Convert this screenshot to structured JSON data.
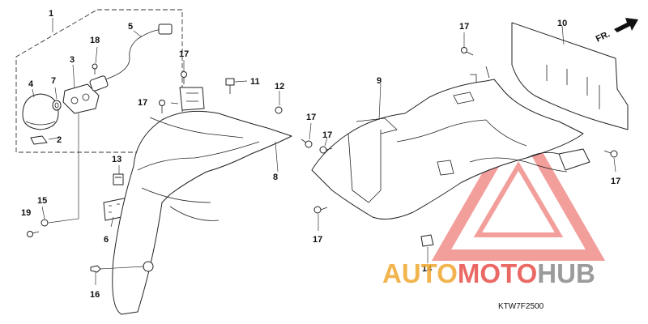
{
  "figure": {
    "code": "KTW7F2500",
    "direction_label": "FR."
  },
  "callouts": {
    "c1": "1",
    "c2": "2",
    "c3": "3",
    "c4": "4",
    "c5": "5",
    "c6": "6",
    "c7": "7",
    "c8": "8",
    "c9": "9",
    "c10": "10",
    "c11": "11",
    "c12": "12",
    "c13": "13",
    "c14": "14",
    "c15": "15",
    "c16": "16",
    "c17a": "17",
    "c17b": "17",
    "c17c": "17",
    "c17d": "17",
    "c17e": "17",
    "c17f": "17",
    "c17g": "17",
    "c18": "18",
    "c19": "19"
  },
  "watermark": {
    "part1": "AUTO",
    "part2": "MOTO",
    "part3": "HUB",
    "colors": {
      "orange": "#f0a830",
      "red": "#e8504a",
      "gray": "#8a8a8a"
    }
  }
}
